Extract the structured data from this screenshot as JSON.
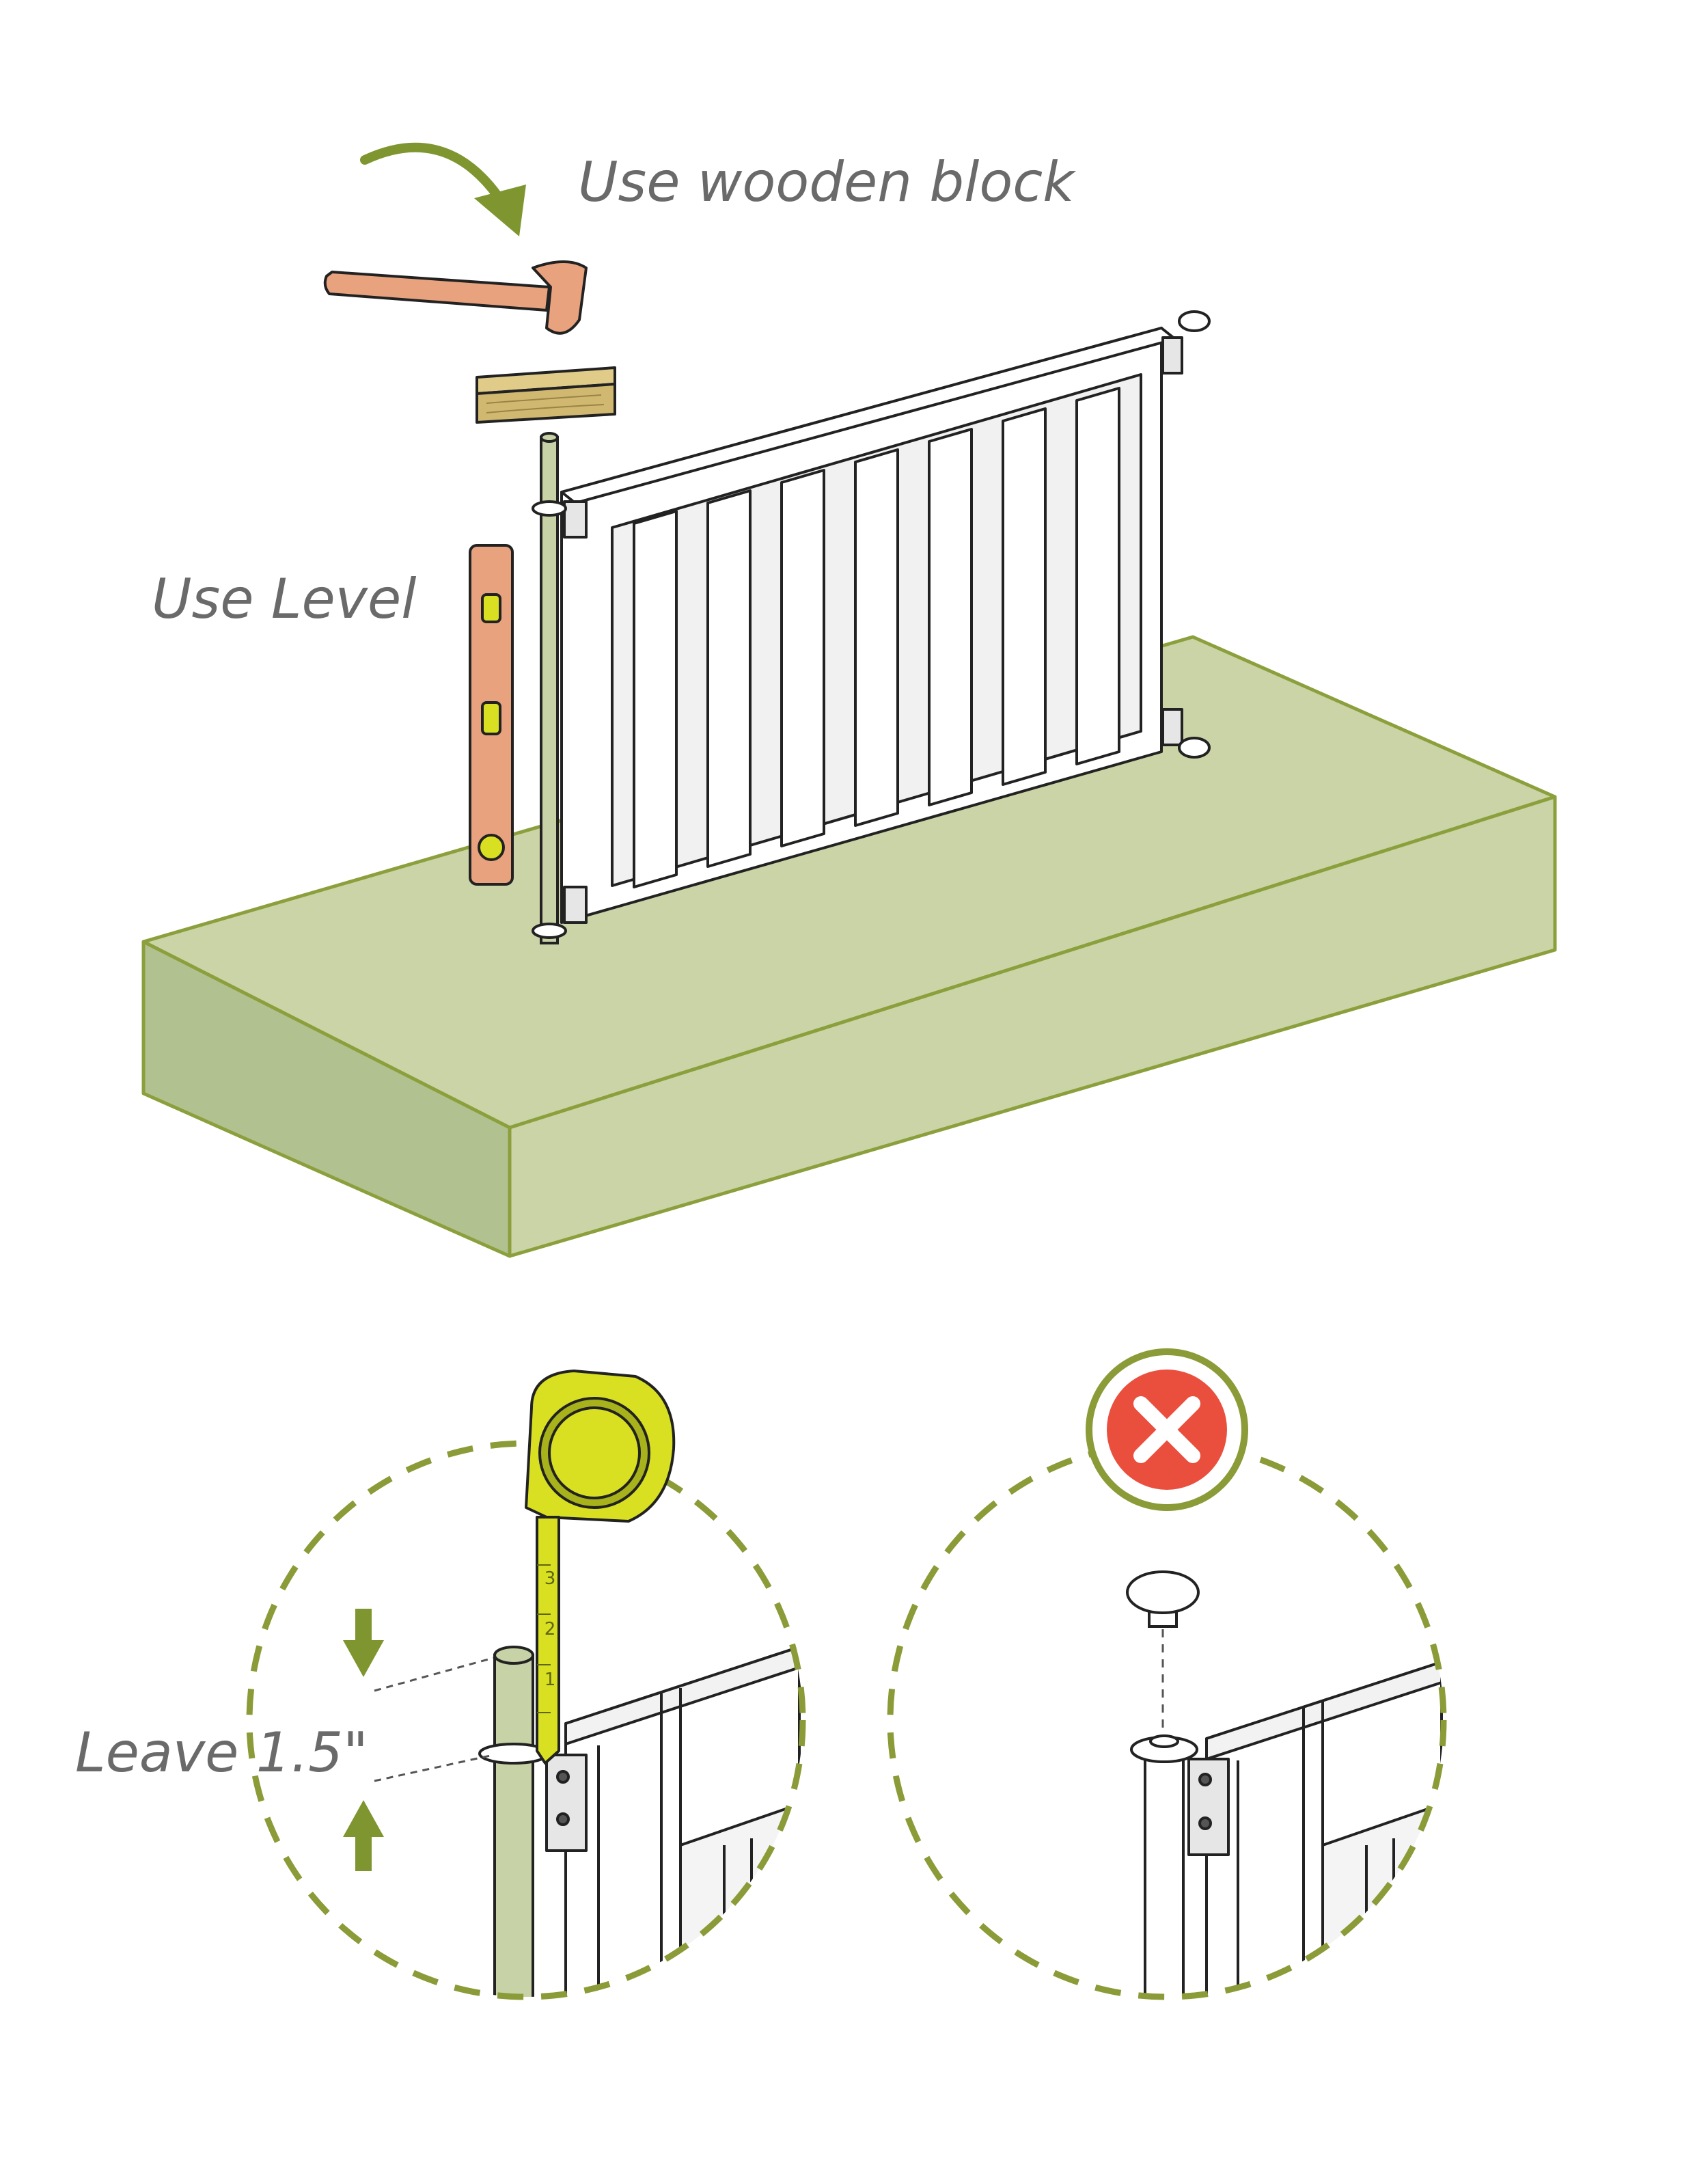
{
  "labels": {
    "wooden_block": "Use wooden block",
    "level": "Use Level",
    "leave": "Leave 1.5\""
  },
  "tape_ticks": [
    "3",
    "2",
    "1"
  ],
  "colors": {
    "platform_top": "#cbd4a6",
    "platform_side": "#b1c18f",
    "platform_outline": "#8ba03c",
    "dash_circle": "#8a9b38",
    "arrow_green": "#7f9630",
    "tape_yellow": "#d8e021",
    "tape_dark": "#a8b21a",
    "wood": "#d1b870",
    "tool_orange": "#e8a27e",
    "post": "#c7d3a6",
    "error_red": "#ea4e3d",
    "label_gray": "#6a6a6a"
  },
  "icons": {
    "hammer": "hammer-icon",
    "level": "spirit-level-icon",
    "tape": "tape-measure-icon",
    "error": "x-circle-icon",
    "cap": "post-cap-icon",
    "curved_arrow": "curved-arrow-icon",
    "down_arrow": "arrow-down-icon",
    "up_arrow": "arrow-up-icon"
  }
}
